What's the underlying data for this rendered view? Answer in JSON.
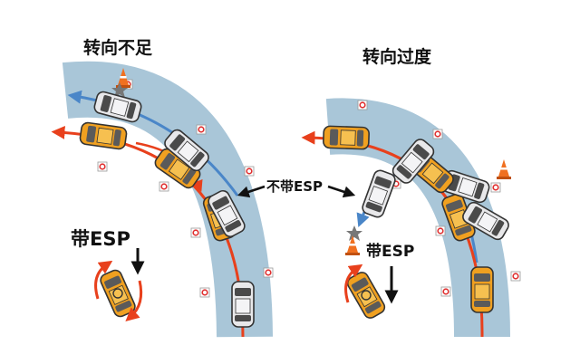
{
  "titles": {
    "understeer": "转向不足",
    "oversteer": "转向过度"
  },
  "labels": {
    "without_esp": "不带ESP",
    "with_esp_left": "带ESP",
    "with_esp_right": "带ESP"
  },
  "colors": {
    "road": "#a9c6d8",
    "car_orange": "#f0a020",
    "car_white": "#e8e8ea",
    "car_outline": "#333333",
    "path_red": "#e8401c",
    "path_blue": "#4a86c8",
    "cone_orange": "#f07020",
    "marker_red": "#e03030"
  },
  "icons": {
    "cone": "traffic-cone-icon",
    "star": "impact-star-icon",
    "marker": "road-marker-icon",
    "steering": "steering-wheel-icon"
  }
}
